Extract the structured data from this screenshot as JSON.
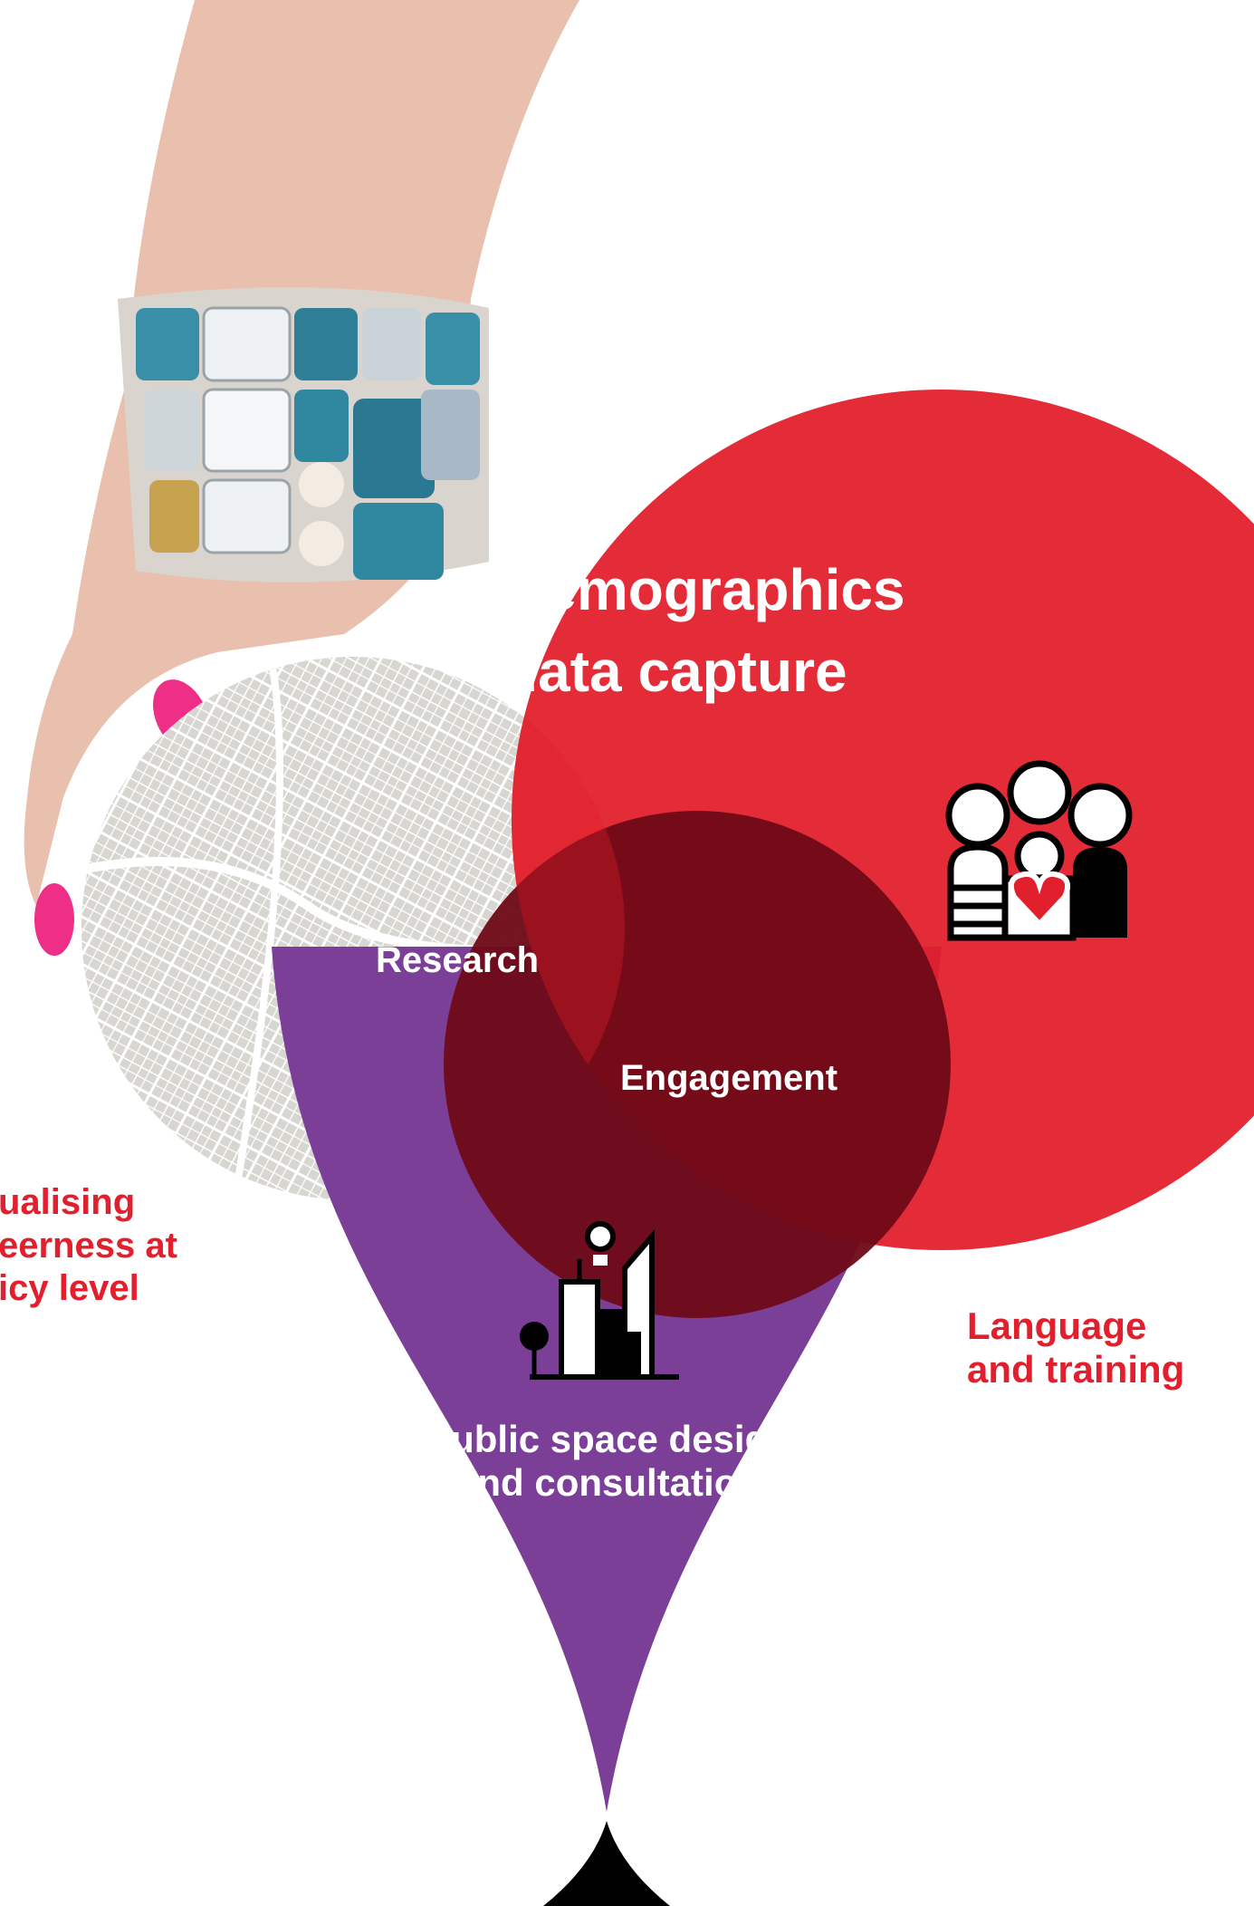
{
  "diagram": {
    "main_circle_title_line1": "Demographics",
    "main_circle_title_line2": "data capture",
    "research_label": "Research",
    "engagement_label": "Engagement",
    "public_space_line1": "Public space design",
    "public_space_line2": "and consultation",
    "left_label_line1": "ualising",
    "left_label_line2": "eerness at",
    "left_label_line3": "icy level",
    "right_label_line1": "Language",
    "right_label_line2": "and training"
  },
  "colors": {
    "red": "#e21f2c",
    "dark_red": "#6f0a17",
    "purple": "#7b3f98",
    "map_grey": "#d8d6d1",
    "skin": "#e9c0ae",
    "nail": "#ee2e87",
    "black": "#000000",
    "white": "#ffffff"
  },
  "icons": [
    "people-heart-icon",
    "city-buildings-icon",
    "street-map-image",
    "hands-with-bracelet-image"
  ]
}
